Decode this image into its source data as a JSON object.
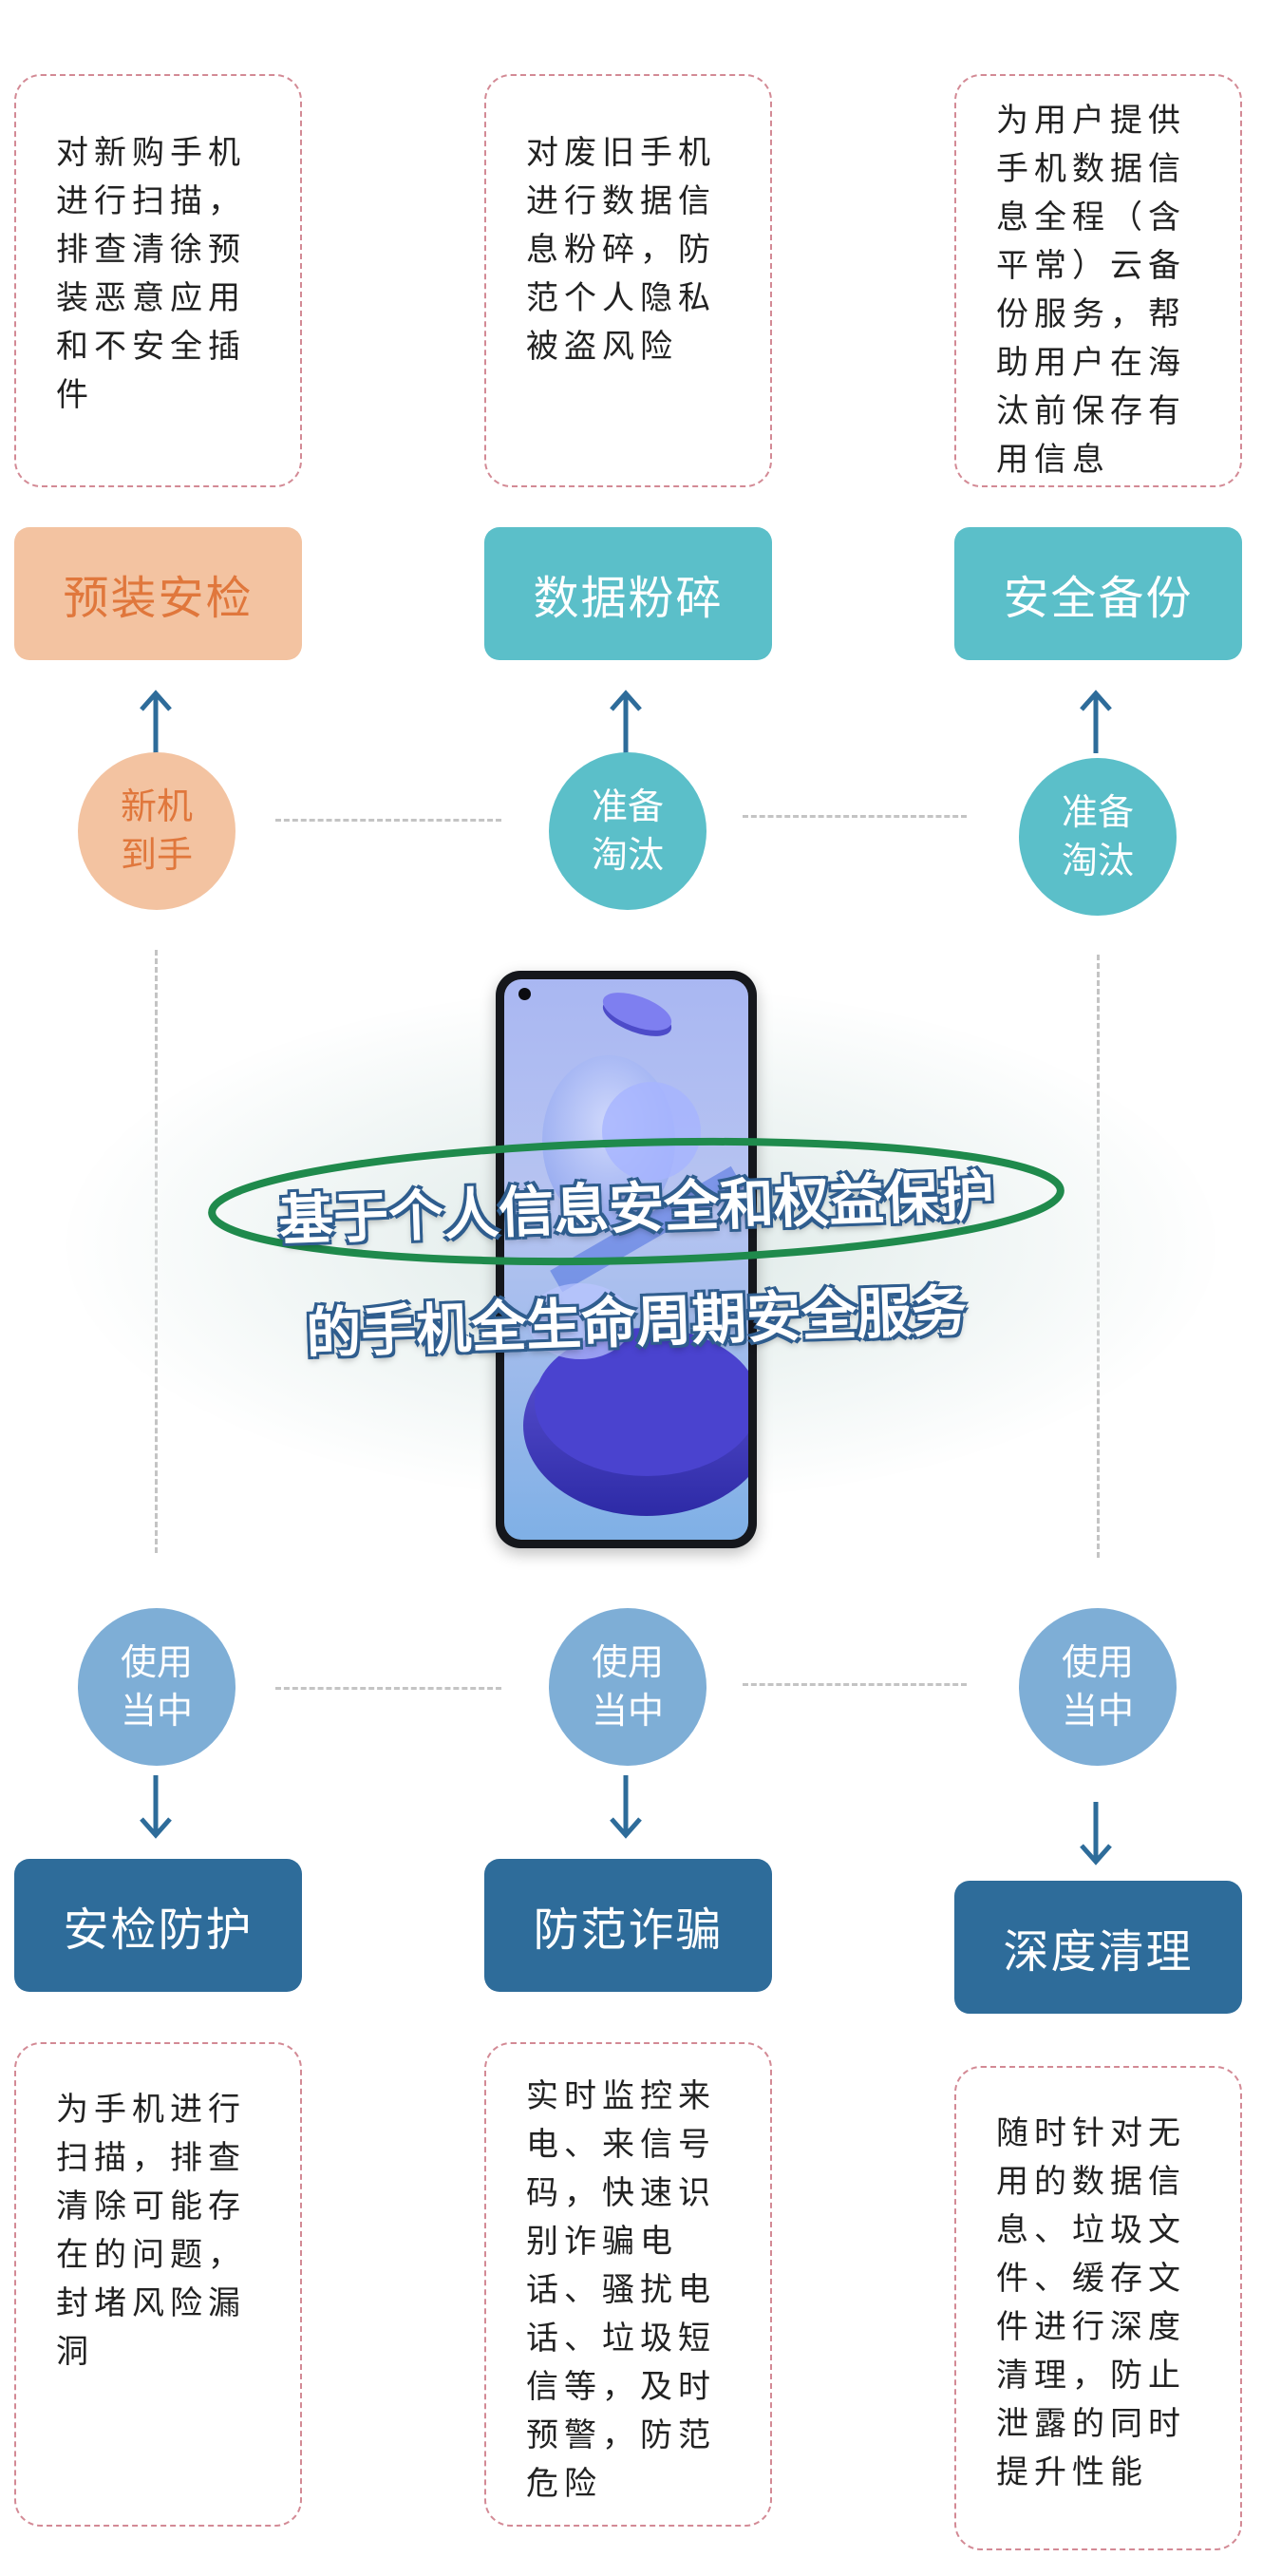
{
  "headline": {
    "line1": "基于个人信息安全和权益保护",
    "line2": "的手机全生命周期安全服务"
  },
  "top": {
    "columns": [
      {
        "description": "对新购手机进行扫描，排查清徐预装恶意应用和不安全插件",
        "service": "预装安检",
        "stage": [
          "新机",
          "到手"
        ]
      },
      {
        "description": "对废旧手机进行数据信息粉碎，防范个人隐私被盗风险",
        "service": "数据粉碎",
        "stage": [
          "准备",
          "淘汰"
        ]
      },
      {
        "description": "为用户提供手机数据信息全程（含平常）云备份服务，帮助用户在海汰前保存有用信息",
        "service": "安全备份",
        "stage": [
          "准备",
          "淘汰"
        ]
      }
    ]
  },
  "bottom": {
    "columns": [
      {
        "stage": [
          "使用",
          "当中"
        ],
        "service": "安检防护",
        "description": "为手机进行扫描，排查清除可能存在的问题，封堵风险漏洞"
      },
      {
        "stage": [
          "使用",
          "当中"
        ],
        "service": "防范诈骗",
        "description": "实时监控来电、来信号码，快速识别诈骗电话、骚扰电话、垃圾短信等，及时预警，防范危险"
      },
      {
        "stage": [
          "使用",
          "当中"
        ],
        "service": "深度清理",
        "description": "随时针对无用的数据信息、垃圾文件、缓存文件进行深度清理，防止泄露的同时提升性能"
      }
    ]
  },
  "colors": {
    "orange_bg": "#f3c3a1",
    "orange_text": "#e0773c",
    "teal": "#5bbfc9",
    "navy": "#2e6c9a",
    "light_blue": "#7eaed6",
    "dashed_border": "#d38a95",
    "ellipse_green": "#1f8a4c"
  }
}
